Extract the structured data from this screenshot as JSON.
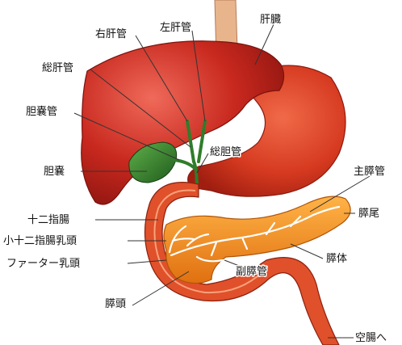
{
  "labels": {
    "liver": "肝臓",
    "right_hepatic_duct": "右肝管",
    "left_hepatic_duct": "左肝管",
    "common_hepatic_duct": "総肝管",
    "cystic_duct": "胆嚢管",
    "gallbladder": "胆嚢",
    "common_bile_duct": "総胆管",
    "main_pancreatic_duct": "主膵管",
    "pancreas_tail": "膵尾",
    "duodenum": "十二指腸",
    "minor_duodenal_papilla": "小十二指腸乳頭",
    "vater_papilla": "ファーター乳頭",
    "pancreas_body": "膵体",
    "accessory_pancreatic_duct": "副膵管",
    "pancreas_head": "膵頭",
    "to_jejunum": "空腸へ"
  },
  "colors": {
    "liver": "#c8281e",
    "stomach": "#d63a20",
    "gallbladder": "#2f7d2a",
    "pancreas": "#f08a14",
    "duct": "#ffffff",
    "esophagus": "#e8b48c"
  }
}
